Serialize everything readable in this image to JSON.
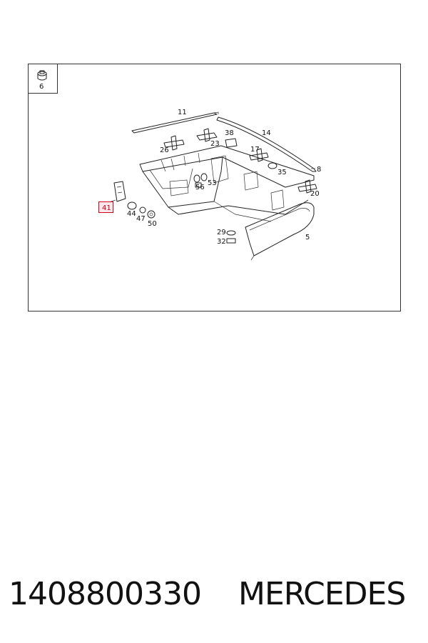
{
  "diagram": {
    "inset_label": "6",
    "labels": {
      "l11": "11",
      "l14": "14",
      "l38": "38",
      "l23": "23",
      "l26": "26",
      "l17": "17",
      "l35": "35",
      "l8": "8",
      "l20": "20",
      "l53": "53",
      "l56": "56",
      "l41": "41",
      "l44": "44",
      "l47": "47",
      "l50": "50",
      "l29": "29",
      "l32": "32",
      "l5": "5"
    },
    "highlight_color": "#d0021b"
  },
  "footer": {
    "part_number": "1408800330",
    "brand": "MERCEDES"
  }
}
